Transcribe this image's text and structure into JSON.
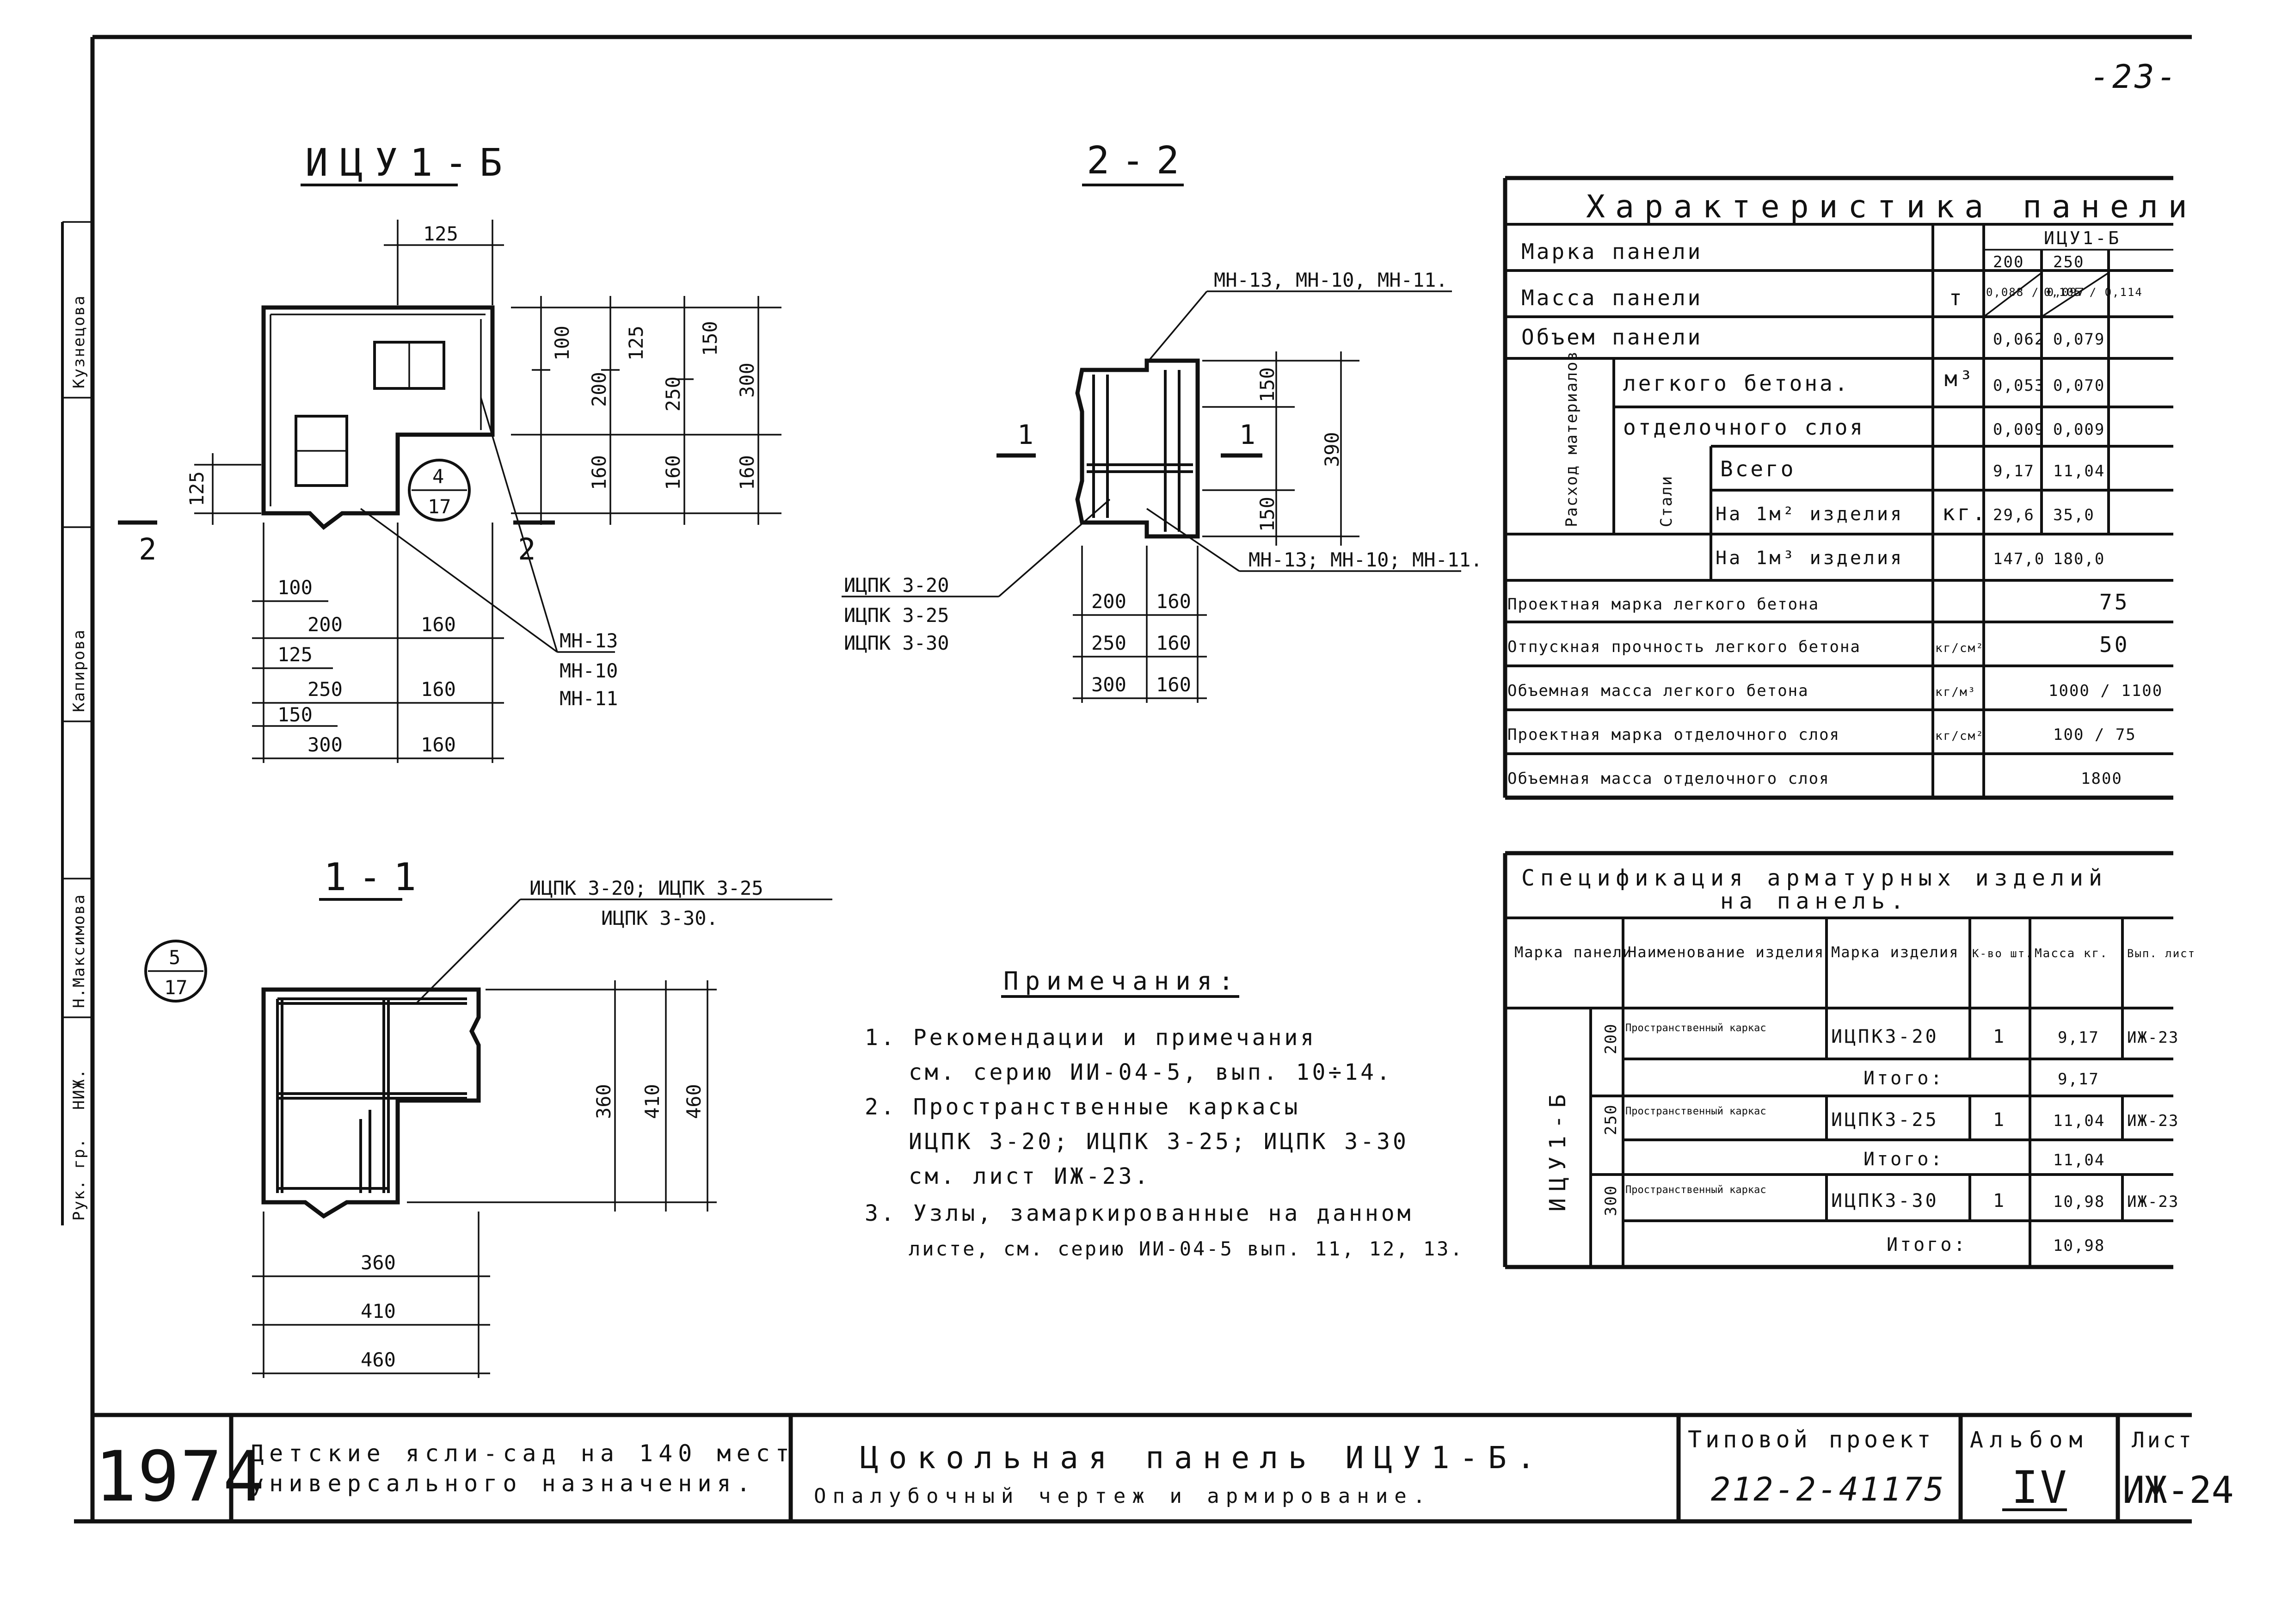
{
  "page_number": "-23-",
  "side_stamp": {
    "entries": [
      "Рук. гр.",
      "НИЖ.",
      "Н.Максимова",
      "Капирова",
      "Кузнецова"
    ]
  },
  "views": {
    "plan_title": "ИЦУ1-Б",
    "section22_title": "2-2",
    "section11_title": "1-1",
    "callout_4_17": {
      "top": "4",
      "bottom": "17"
    },
    "callout_5_17": {
      "top": "5",
      "bottom": "17"
    },
    "cut_mark_2": "2",
    "cut_mark_1": "1",
    "plan_dims_top": "125",
    "plan_dims_left": "125",
    "plan_dims_right": [
      "100",
      "200",
      "125",
      "250",
      "150",
      "300",
      "160",
      "160",
      "160"
    ],
    "plan_dims_bottom_rows": [
      {
        "a": "100",
        "b": "200",
        "c": "160"
      },
      {
        "a": "125",
        "b": "250",
        "c": "160"
      },
      {
        "a": "150",
        "b": "300",
        "c": "160"
      }
    ],
    "plan_leader_labels": [
      "МН-13",
      "МН-10",
      "МН-11"
    ],
    "s22_top_label": "МН-13, МН-10, МН-11.",
    "s22_bottom_label": "МН-13; МН-10; МН-11.",
    "s22_left_labels": [
      "ИЦПК 3-20",
      "ИЦПК 3-25",
      "ИЦПК 3-30"
    ],
    "s22_right_dims": [
      "150",
      "390",
      "150"
    ],
    "s22_bottom_rows": [
      {
        "a": "200",
        "b": "160"
      },
      {
        "a": "250",
        "b": "160"
      },
      {
        "a": "300",
        "b": "160"
      }
    ],
    "s11_top_label_1": "ИЦПК 3-20; ИЦПК 3-25",
    "s11_top_label_2": "ИЦПК 3-30.",
    "s11_right_dims": [
      "360",
      "410",
      "460"
    ],
    "s11_bottom_dims": [
      "360",
      "410",
      "460"
    ]
  },
  "notes": {
    "title": "Примечания:",
    "items": [
      "1. Рекомендации и примечания",
      "см. серию ИИ-04-5, вып. 10÷14.",
      "2. Пространственные каркасы",
      "ИЦПК 3-20; ИЦПК 3-25; ИЦПК 3-30",
      "см. лист ИЖ-23.",
      "3. Узлы, замаркированные на данном",
      "листе, см. серию ИИ-04-5 вып. 11, 12, 13."
    ]
  },
  "char_table": {
    "title": "Характеристика панели",
    "rows": [
      {
        "label": "Марка панели",
        "unit": "",
        "v1": "200",
        "v2": "250",
        "head": "ИЦУ1-Б"
      },
      {
        "label": "Масса панели",
        "unit": "т",
        "v1": "0,088 / 0,097",
        "v2": "0,105 / 0,114"
      },
      {
        "label": "Объем панели",
        "unit": "",
        "v1": "0,062",
        "v2": "0,079"
      },
      {
        "label": "легкого бетона.",
        "unit": "м³",
        "v1": "0,053",
        "v2": "0,070"
      },
      {
        "label": "отделочного слоя",
        "unit": "",
        "v1": "0,009",
        "v2": "0,009"
      },
      {
        "label": "Всего",
        "unit": "",
        "v1": "9,17",
        "v2": "11,04"
      },
      {
        "label": "На 1м² изделия",
        "unit": "кг.",
        "v1": "29,6",
        "v2": "35,0"
      },
      {
        "label": "На 1м³ изделия",
        "unit": "",
        "v1": "147,0",
        "v2": "180,0"
      }
    ],
    "group_label": "Расход материалов",
    "steel_label": "Стали",
    "bottom_rows": [
      {
        "label": "Проектная марка легкого бетона",
        "unit": "",
        "value": "75"
      },
      {
        "label": "Отпускная прочность легкого бетона",
        "unit": "кг/см²",
        "value": "50"
      },
      {
        "label": "Объемная масса легкого бетона",
        "unit": "кг/м³",
        "value": "1000 / 1100"
      },
      {
        "label": "Проектная марка отделочного слоя",
        "unit": "кг/см²",
        "value": "100 / 75"
      },
      {
        "label": "Объемная масса отделочного слоя",
        "unit": "",
        "value": "1800"
      }
    ]
  },
  "spec_table": {
    "title_1": "Спецификация арматурных изделий",
    "title_2": "на панель.",
    "headers": [
      "Марка панели",
      "Наименование изделия",
      "Марка изделия",
      "К-во шт.",
      "Масса кг.",
      "Вып. лист"
    ],
    "panel_mark": "ИЦУ1-Б",
    "groups": [
      {
        "size": "200",
        "name": "Пространственный каркас",
        "mark": "ИЦПК3-20",
        "qty": "1",
        "mass": "9,17",
        "sheet": "ИЖ-23",
        "total_label": "Итого:",
        "total": "9,17"
      },
      {
        "size": "250",
        "name": "Пространственный каркас",
        "mark": "ИЦПК3-25",
        "qty": "1",
        "mass": "11,04",
        "sheet": "ИЖ-23",
        "total_label": "Итого:",
        "total": "11,04"
      },
      {
        "size": "300",
        "name": "Пространственный каркас",
        "mark": "ИЦПК3-30",
        "qty": "1",
        "mass": "10,98",
        "sheet": "ИЖ-23",
        "total_label": "Итого:",
        "total": "10,98"
      }
    ]
  },
  "title_block": {
    "year": "1974",
    "project_line_1": "Детские ясли-сад на 140 мест",
    "project_line_2": "универсального назначения.",
    "drawing_line_1": "Цокольная панель ИЦУ1-Б.",
    "drawing_line_2": "Опалубочный чертеж и армирование.",
    "type_label": "Типовой проект",
    "type_value": "212-2-41175",
    "album_label": "Альбом",
    "album_value": "IV",
    "sheet_label": "Лист",
    "sheet_value": "ИЖ-24"
  }
}
